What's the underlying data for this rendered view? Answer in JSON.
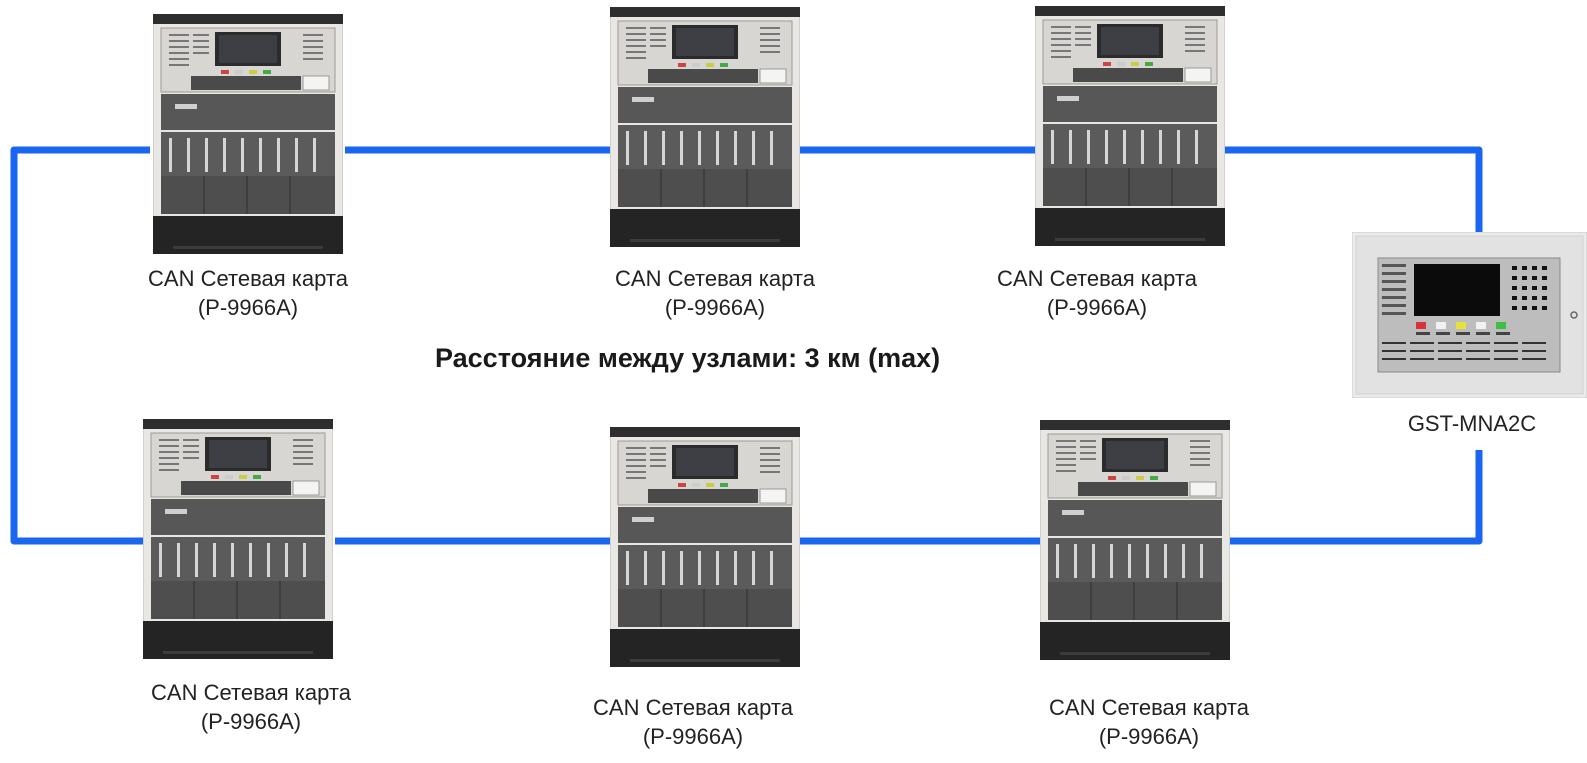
{
  "diagram": {
    "title": "Расстояние между узлами: 3 км (max)",
    "line_color": "#1a66f0",
    "nodes": [
      {
        "label_line1": "CAN Сетевая карта",
        "label_line2": "(P-9966A)"
      },
      {
        "label_line1": "CAN Сетевая карта",
        "label_line2": "(P-9966A)"
      },
      {
        "label_line1": "CAN Сетевая карта",
        "label_line2": "(P-9966A)"
      },
      {
        "label_line1": "CAN Сетевая карта",
        "label_line2": "(P-9966A)"
      },
      {
        "label_line1": "CAN Сетевая карта",
        "label_line2": "(P-9966A)"
      },
      {
        "label_line1": "CAN Сетевая карта",
        "label_line2": "(P-9966A)"
      }
    ],
    "network_adapter": {
      "label": "GST-MNA2C"
    }
  }
}
